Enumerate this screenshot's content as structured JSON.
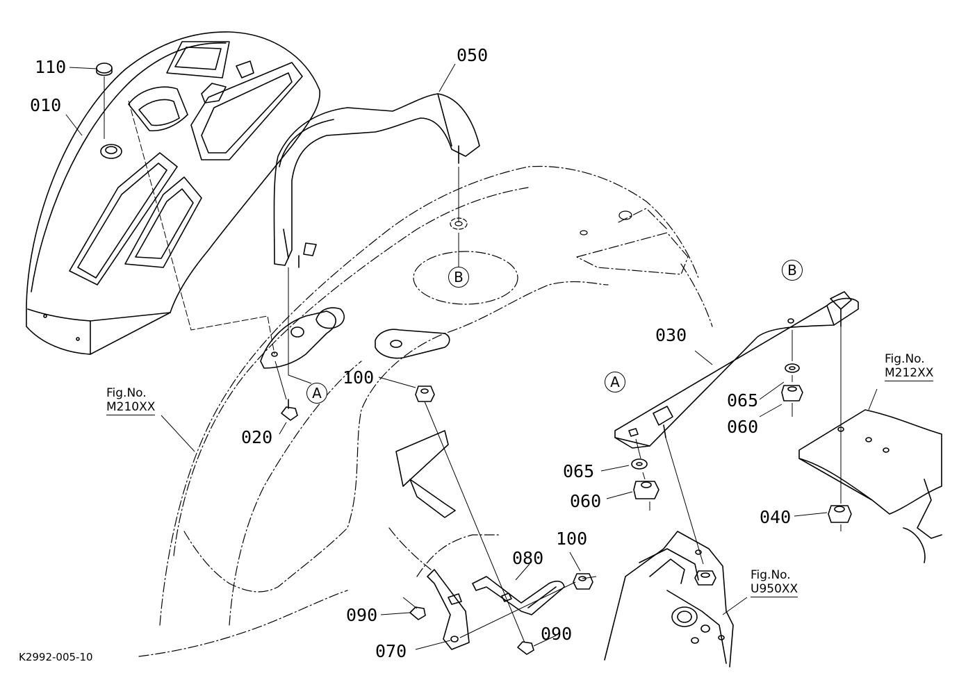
{
  "parts": {
    "p110": "110",
    "p010": "010",
    "p050": "050",
    "p030": "030",
    "p020": "020",
    "p100a": "100",
    "p100b": "100",
    "p065a": "065",
    "p060a": "060",
    "p065b": "065",
    "p060b": "060",
    "p040": "040",
    "p080": "080",
    "p090a": "090",
    "p090b": "090",
    "p070": "070"
  },
  "refs": {
    "a1": "A",
    "a2": "A",
    "b1": "B",
    "b2": "B"
  },
  "figs": {
    "m210_caption": "Fig.No.",
    "m210_code": "M210XX",
    "m212_caption": "Fig.No.",
    "m212_code": "M212XX",
    "u950_caption": "Fig.No.",
    "u950_code": "U950XX"
  },
  "drawing_code": "K2992-005-10",
  "colors": {
    "ink": "#000000",
    "paper": "#ffffff"
  }
}
